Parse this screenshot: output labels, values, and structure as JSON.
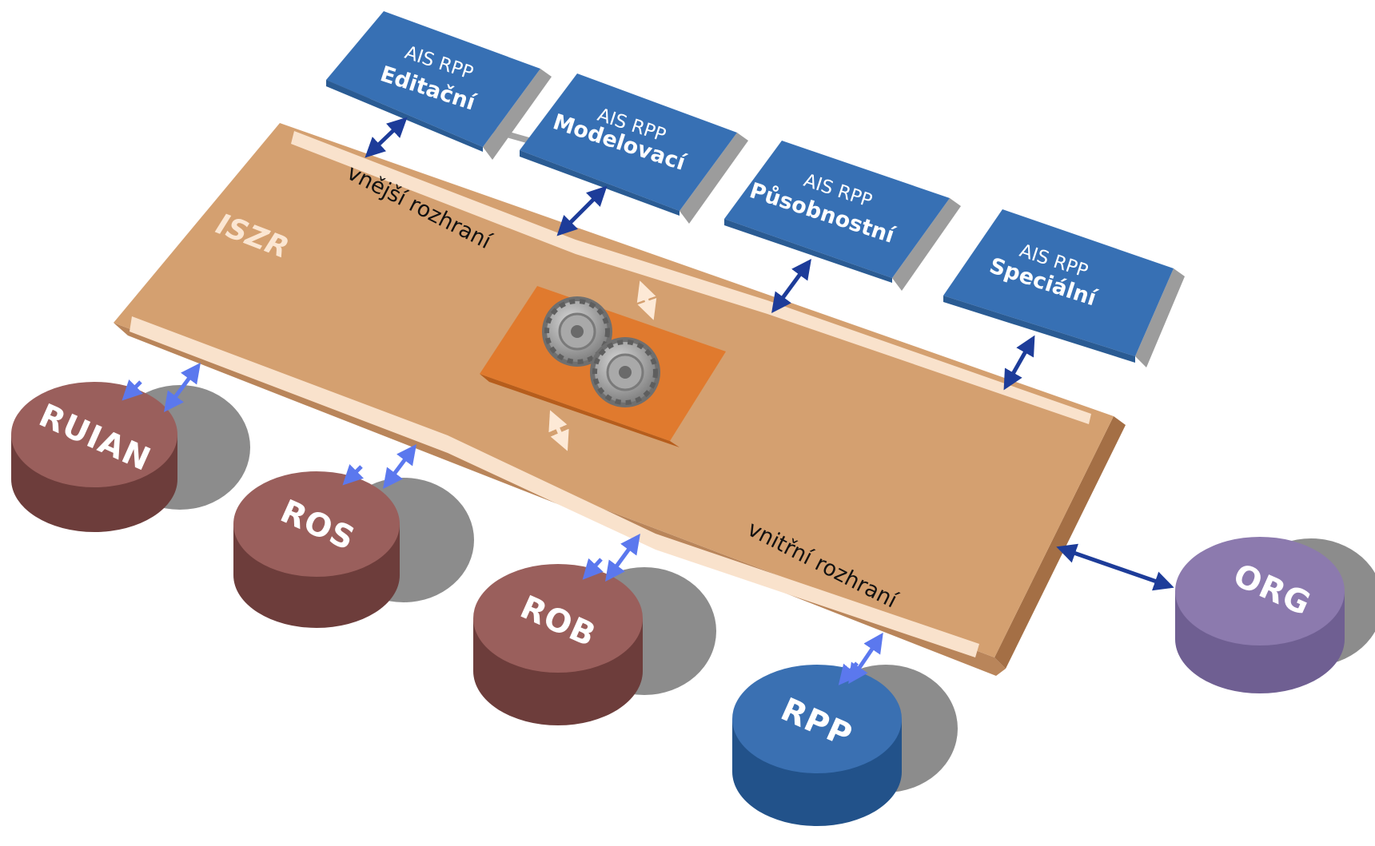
{
  "diagram": {
    "iszr_label": "ISZR",
    "outer_interface_label": "vnější rozhraní",
    "inner_interface_label": "vnitřní rozhraní",
    "ais_blocks": [
      {
        "sub": "AIS RPP",
        "name": "Editační"
      },
      {
        "sub": "AIS RPP",
        "name": "Modelovací"
      },
      {
        "sub": "AIS RPP",
        "name": "Působnostní"
      },
      {
        "sub": "AIS RPP",
        "name": "Speciální"
      }
    ],
    "databases": [
      {
        "label": "RUIAN",
        "color": "#9a5f5c"
      },
      {
        "label": "ROS",
        "color": "#9a5f5c"
      },
      {
        "label": "ROB",
        "color": "#9a5f5c"
      },
      {
        "label": "RPP",
        "color": "#3a70b2"
      },
      {
        "label": "ORG",
        "color": "#8c7aae"
      }
    ],
    "colors": {
      "platform": "#d4a070",
      "platform_edge": "#f9e2cc",
      "ais_block": "#3770b4",
      "core": "#e07a2e",
      "arrow_dark": "#1d3c99",
      "arrow_light": "#5b78ee"
    }
  }
}
